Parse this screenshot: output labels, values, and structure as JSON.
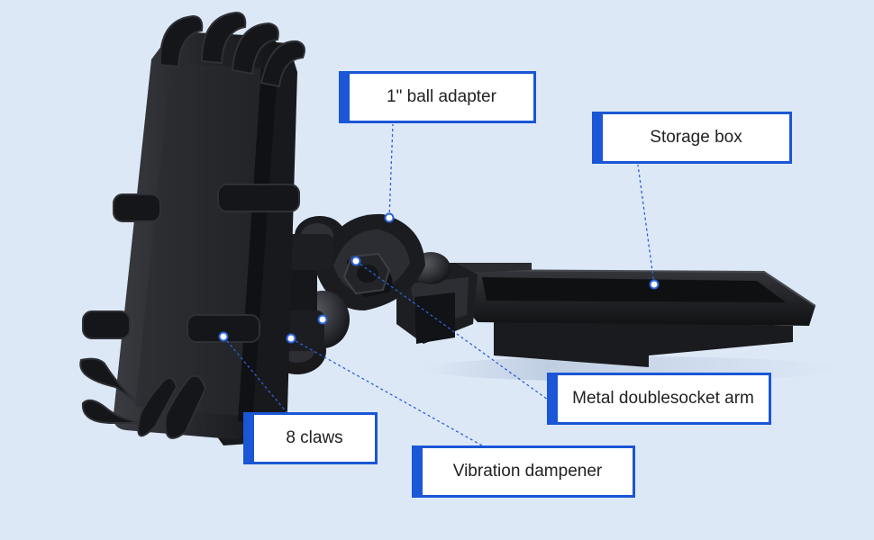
{
  "colors": {
    "background": "#dde8f6",
    "callout_border": "#1a56d6",
    "leader_line": "#2a62d8",
    "product": "#1c1d20"
  },
  "callouts": {
    "ball_adapter": "1\" ball adapter",
    "storage_box": "Storage box",
    "metal_arm": "Metal doublesocket arm",
    "claws": "8 claws",
    "dampener": "Vibration dampener"
  }
}
